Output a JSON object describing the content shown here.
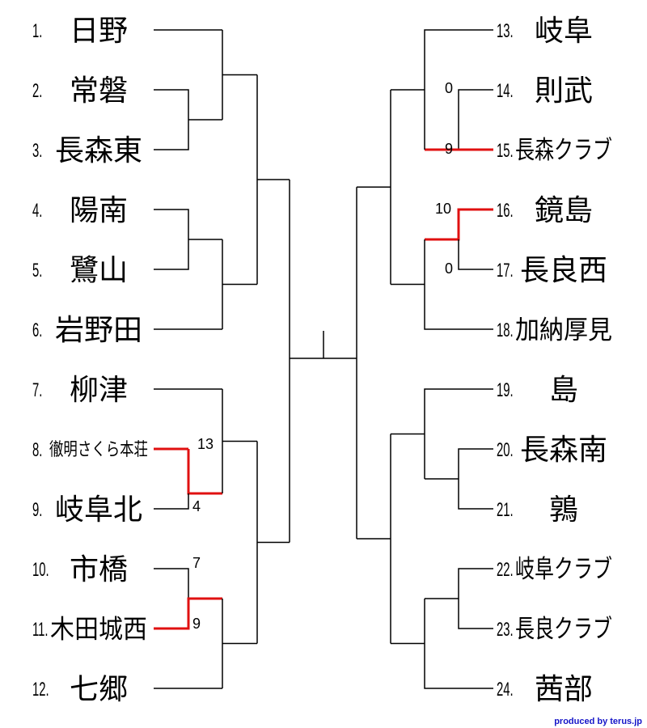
{
  "teams": [
    {
      "number": "1.",
      "name": "日野"
    },
    {
      "number": "2.",
      "name": "常磐"
    },
    {
      "number": "3.",
      "name": "長森東"
    },
    {
      "number": "4.",
      "name": "陽南"
    },
    {
      "number": "5.",
      "name": "鷺山"
    },
    {
      "number": "6.",
      "name": "岩野田"
    },
    {
      "number": "7.",
      "name": "柳津"
    },
    {
      "number": "8.",
      "name": "徹明さくら本荘"
    },
    {
      "number": "9.",
      "name": "岐阜北"
    },
    {
      "number": "10.",
      "name": "市橋"
    },
    {
      "number": "11.",
      "name": "木田城西"
    },
    {
      "number": "12.",
      "name": "七郷"
    },
    {
      "number": "13.",
      "name": "岐阜"
    },
    {
      "number": "14.",
      "name": "則武"
    },
    {
      "number": "15.",
      "name": "長森クラブ"
    },
    {
      "number": "16.",
      "name": "鏡島"
    },
    {
      "number": "17.",
      "name": "長良西"
    },
    {
      "number": "18.",
      "name": "加納厚見"
    },
    {
      "number": "19.",
      "name": "島"
    },
    {
      "number": "20.",
      "name": "長森南"
    },
    {
      "number": "21.",
      "name": "鶉"
    },
    {
      "number": "22.",
      "name": "岐阜クラブ"
    },
    {
      "number": "23.",
      "name": "長良クラブ"
    },
    {
      "number": "24.",
      "name": "茜部"
    }
  ],
  "scores": [
    {
      "value": "13",
      "match": "8-9",
      "team": "8"
    },
    {
      "value": "4",
      "match": "8-9",
      "team": "9"
    },
    {
      "value": "7",
      "match": "10-11",
      "team": "10"
    },
    {
      "value": "9",
      "match": "10-11",
      "team": "11"
    },
    {
      "value": "0",
      "match": "14-15",
      "team": "14"
    },
    {
      "value": "9",
      "match": "14-15",
      "team": "15"
    },
    {
      "value": "10",
      "match": "16-17",
      "team": "16"
    },
    {
      "value": "0",
      "match": "16-17",
      "team": "17"
    }
  ],
  "winners": [
    "8",
    "11",
    "15",
    "16"
  ],
  "colors": {
    "line": "#000000",
    "winner": "#e01010",
    "credit": "#1515c8"
  },
  "credit": "produced by terus.jp"
}
